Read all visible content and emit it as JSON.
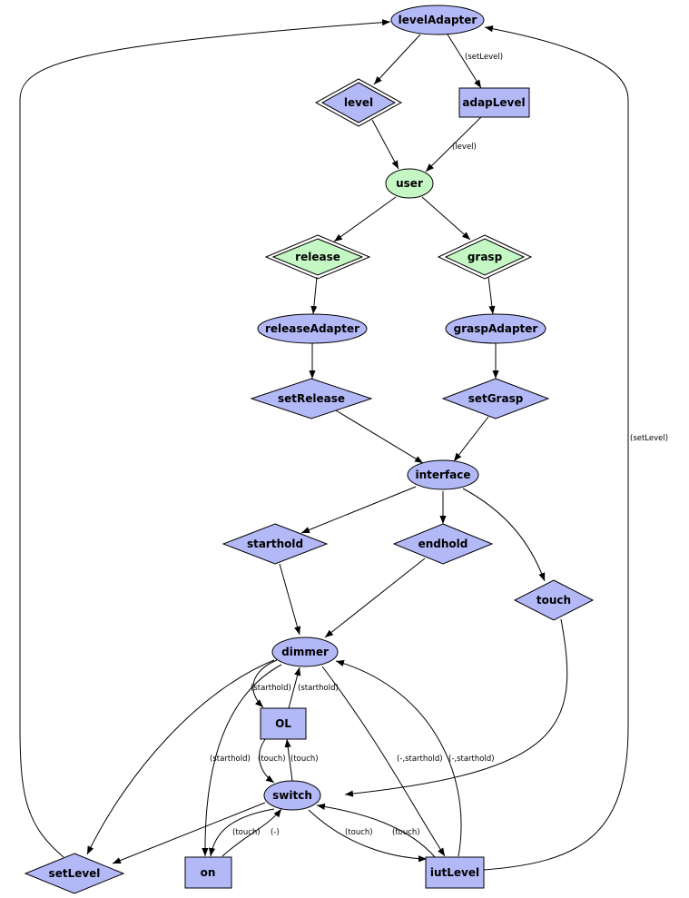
{
  "colors": {
    "blue_fill": "#b3b8f7",
    "green_fill": "#c5f7c5",
    "stroke": "#000000",
    "background": "#ffffff"
  },
  "nodes": {
    "levelAdapter": {
      "label": "levelAdapter"
    },
    "level": {
      "label": "level"
    },
    "adapLevel": {
      "label": "adapLevel"
    },
    "user": {
      "label": "user"
    },
    "release": {
      "label": "release"
    },
    "grasp": {
      "label": "grasp"
    },
    "releaseAdapter": {
      "label": "releaseAdapter"
    },
    "graspAdapter": {
      "label": "graspAdapter"
    },
    "setRelease": {
      "label": "setRelease"
    },
    "setGrasp": {
      "label": "setGrasp"
    },
    "interface": {
      "label": "interface"
    },
    "starthold": {
      "label": "starthold"
    },
    "endhold": {
      "label": "endhold"
    },
    "touch": {
      "label": "touch"
    },
    "dimmer": {
      "label": "dimmer"
    },
    "OL": {
      "label": "OL"
    },
    "switch": {
      "label": "switch"
    },
    "setLevel": {
      "label": "setLevel"
    },
    "on": {
      "label": "on"
    },
    "iutLevel": {
      "label": "iutLevel"
    }
  },
  "edge_labels": {
    "setLevel_top": "(setLevel)",
    "level_mid": "(level)",
    "setLevel_right": "(setLevel)",
    "starthold_to_OL": "(starthold)",
    "starthold_OL_up": "(starthold)",
    "starthold_to_on": "(starthold)",
    "touch_OL_down": "(touch)",
    "touch_OL_up": "(touch)",
    "dash_starthold_1": "(-,starthold)",
    "dash_starthold_2": "(-,starthold)",
    "touch_on": "(touch)",
    "dash_on": "(-)",
    "touch_iut_1": "(touch)",
    "touch_iut_2": "(touch)"
  }
}
